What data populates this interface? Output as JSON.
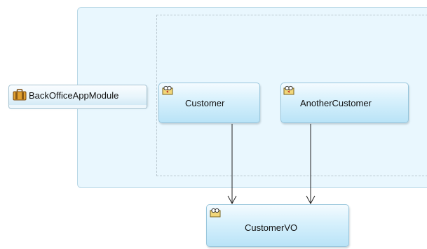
{
  "diagram": {
    "app_module": {
      "label": "BackOfficeAppModule",
      "icon": "briefcase-icon"
    },
    "view_object_instances": [
      {
        "label": "Customer",
        "icon": "view-object-instance-icon"
      },
      {
        "label": "AnotherCustomer",
        "icon": "view-object-instance-icon"
      }
    ],
    "view_object": {
      "label": "CustomerVO",
      "icon": "view-object-icon"
    },
    "colors": {
      "container_fill": "#e9f7fe",
      "node_fill": "#c9eaf9",
      "node_border": "#99c6dc",
      "edge": "#222222"
    }
  }
}
